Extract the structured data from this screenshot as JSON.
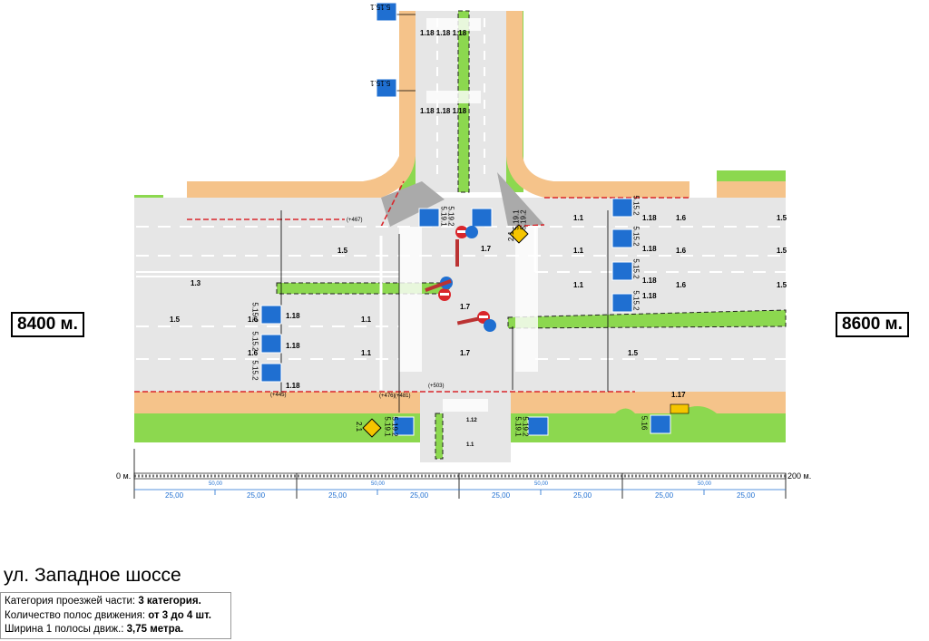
{
  "chainage": {
    "left": "8400 м.",
    "right": "8600 м."
  },
  "scale": {
    "start": "0 м.",
    "end": "200 м.",
    "segments": [
      "25,00",
      "25,00",
      "25,00",
      "25,00",
      "25,00",
      "25,00",
      "25,00",
      "25,00"
    ],
    "mids": [
      "50,00",
      "50,00",
      "50,00",
      "50,00"
    ]
  },
  "street": {
    "title": "ул. Западное шоссе"
  },
  "info": {
    "category_label": "Категория проезжей части: ",
    "category_value": "3 категория.",
    "lanes_label": "Количество полос движения: ",
    "lanes_value": "от 3 до 4 шт.",
    "width_label": "Ширина 1 полосы движ.: ",
    "width_value": "3,75 метра."
  },
  "markings": {
    "m1_1": "1.1",
    "m1_3": "1.3",
    "m1_5": "1.5",
    "m1_6": "1.6",
    "m1_7": "1.7",
    "m1_12": "1.12",
    "m1_17": "1.17",
    "m1_18": "1.18",
    "m1_18b": "1.18 1.18",
    "m1_18c": "1.18 1.18 1.18"
  },
  "signs": {
    "s5_15_1": "5.15.1",
    "s5_15_2": "5.15.2",
    "s5_19_1": "5.19.1",
    "s5_19_2": "5.19.2",
    "s2_1": "2.1",
    "s5_16": "5.16"
  },
  "offsets": {
    "o467": "(+467)",
    "o445": "(+445)",
    "o503": "(+503)",
    "o476": "(+476)",
    "o481": "(+481)"
  },
  "colors": {
    "asphalt": "#e6e6e6",
    "lawn": "#8cd84f",
    "sidewalk": "#f5c38a",
    "curb_red": "#d9262b",
    "sign_blue": "#1f6fd1",
    "sign_yellow": "#f5c500"
  }
}
